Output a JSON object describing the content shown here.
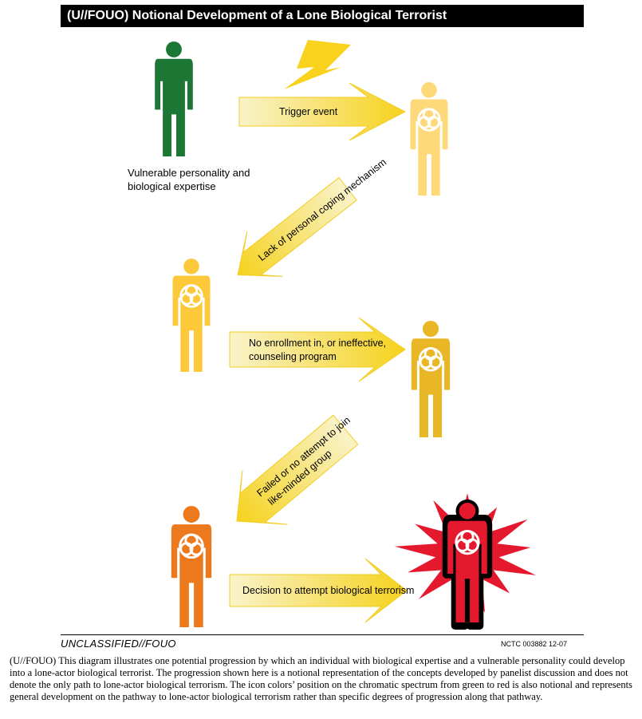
{
  "header": {
    "title": "(U//FOUO) Notional Development of a Lone Biological Terrorist"
  },
  "stages": [
    {
      "caption_line1": "Vulnerable personality and",
      "caption_line2": "biological expertise",
      "color": "#1c7634"
    },
    {
      "color": "#fed97a"
    },
    {
      "color": "#fdc93a"
    },
    {
      "color": "#e9b626"
    },
    {
      "color": "#ec7a1d"
    },
    {
      "color": "#e5192e"
    }
  ],
  "arrows": [
    {
      "label_line1": "Trigger event"
    },
    {
      "label_line1": "Lack of personal coping mechanism"
    },
    {
      "label_line1": "No enrollment in, or ineffective,",
      "label_line2": "counseling program"
    },
    {
      "label_line1": "Failed or no attempt to join",
      "label_line2": "like-minded group"
    },
    {
      "label_line1": "Decision to attempt biological terrorism"
    }
  ],
  "colors": {
    "arrow_fill_start": "#f9f3c9",
    "arrow_fill_end": "#f6d21d",
    "lightning": "#f8d21c",
    "burst": "#e5192e"
  },
  "footer": {
    "classification": "UNCLASSIFIED//FOUO",
    "doc_id": "NCTC 003882 12-07",
    "description": "(U//FOUO) This diagram illustrates one potential progression by which an individual with biological expertise and a vulnerable personality could develop into a lone-actor biological terrorist.  The progression shown here is a notional representation of the concepts developed by panelist discussion and does not denote the only path to lone-actor biological terrorism.  The icon colors’ position on the chromatic spectrum from green to red is also notional and represents general development on the pathway to lone-actor biological terrorism rather than specific degrees of progression along that pathway."
  }
}
